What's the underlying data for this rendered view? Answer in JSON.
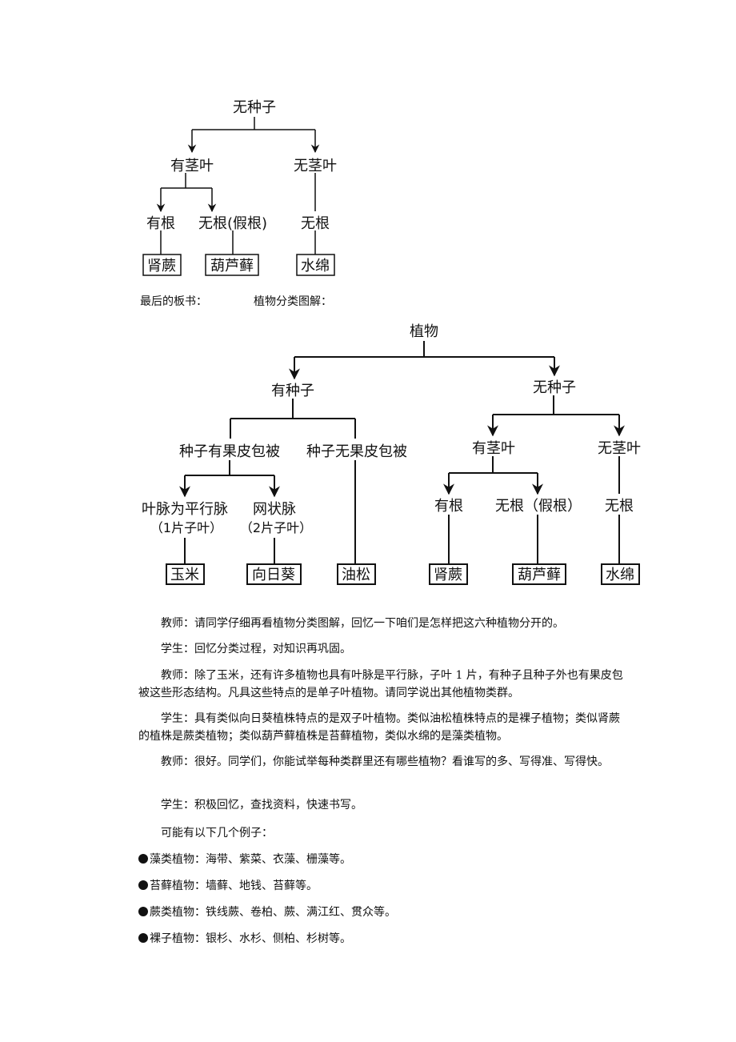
{
  "tree1": {
    "root": "无种子",
    "level1": [
      "有茎叶",
      "无茎叶"
    ],
    "level2": [
      "有根",
      "无根(假根)",
      "无根"
    ],
    "leaves": [
      "肾蕨",
      "葫芦藓",
      "水绵"
    ]
  },
  "caption": {
    "left": "最后的板书：",
    "right": "植物分类图解："
  },
  "tree2": {
    "root": "植物",
    "level1": [
      "有种子",
      "无种子"
    ],
    "level2": [
      "种子有果皮包被",
      "种子无果皮包被",
      "有茎叶",
      "无茎叶"
    ],
    "level3": [
      {
        "line1": "叶脉为平行脉",
        "line2": "（1片子叶）"
      },
      {
        "line1": "网状脉",
        "line2": "（2片子叶）"
      },
      {
        "line1": "有根"
      },
      {
        "line1": "无根（假根）"
      },
      {
        "line1": "无根"
      }
    ],
    "leaves": [
      "玉米",
      "向日葵",
      "油松",
      "肾蕨",
      "葫芦藓",
      "水绵"
    ]
  },
  "paragraphs": [
    "教师：请同学仔细再看植物分类图解，回忆一下咱们是怎样把这六种植物分开的。",
    "学生：回忆分类过程，对知识再巩固。",
    "教师：除了玉米，还有许多植物也具有叶脉是平行脉，子叶 1 片，有种子且种子外也有果皮包被这些形态结构。凡具这些特点的是单子叶植物。请同学说出其他植物类群。",
    "学生：具有类似向日葵植株特点的是双子叶植物。类似油松植株特点的是裸子植物；类似肾蕨的植株是蕨类植物；类似葫芦藓植株是苔藓植物，类似水绵的是藻类植物。",
    "教师：很好。同学们，你能试举每种类群里还有哪些植物？看谁写的多、写得准、写得快。",
    "学生：积极回忆，查找资料，快速书写。",
    "可能有以下几个例子："
  ],
  "examples": [
    "藻类植物：海带、紫菜、衣藻、栅藻等。",
    "苔藓植物：墙藓、地钱、苔藓等。",
    "蕨类植物：铁线蕨、卷柏、蕨、满江红、贯众等。",
    "裸子植物：银杉、水杉、侧柏、杉树等。"
  ]
}
